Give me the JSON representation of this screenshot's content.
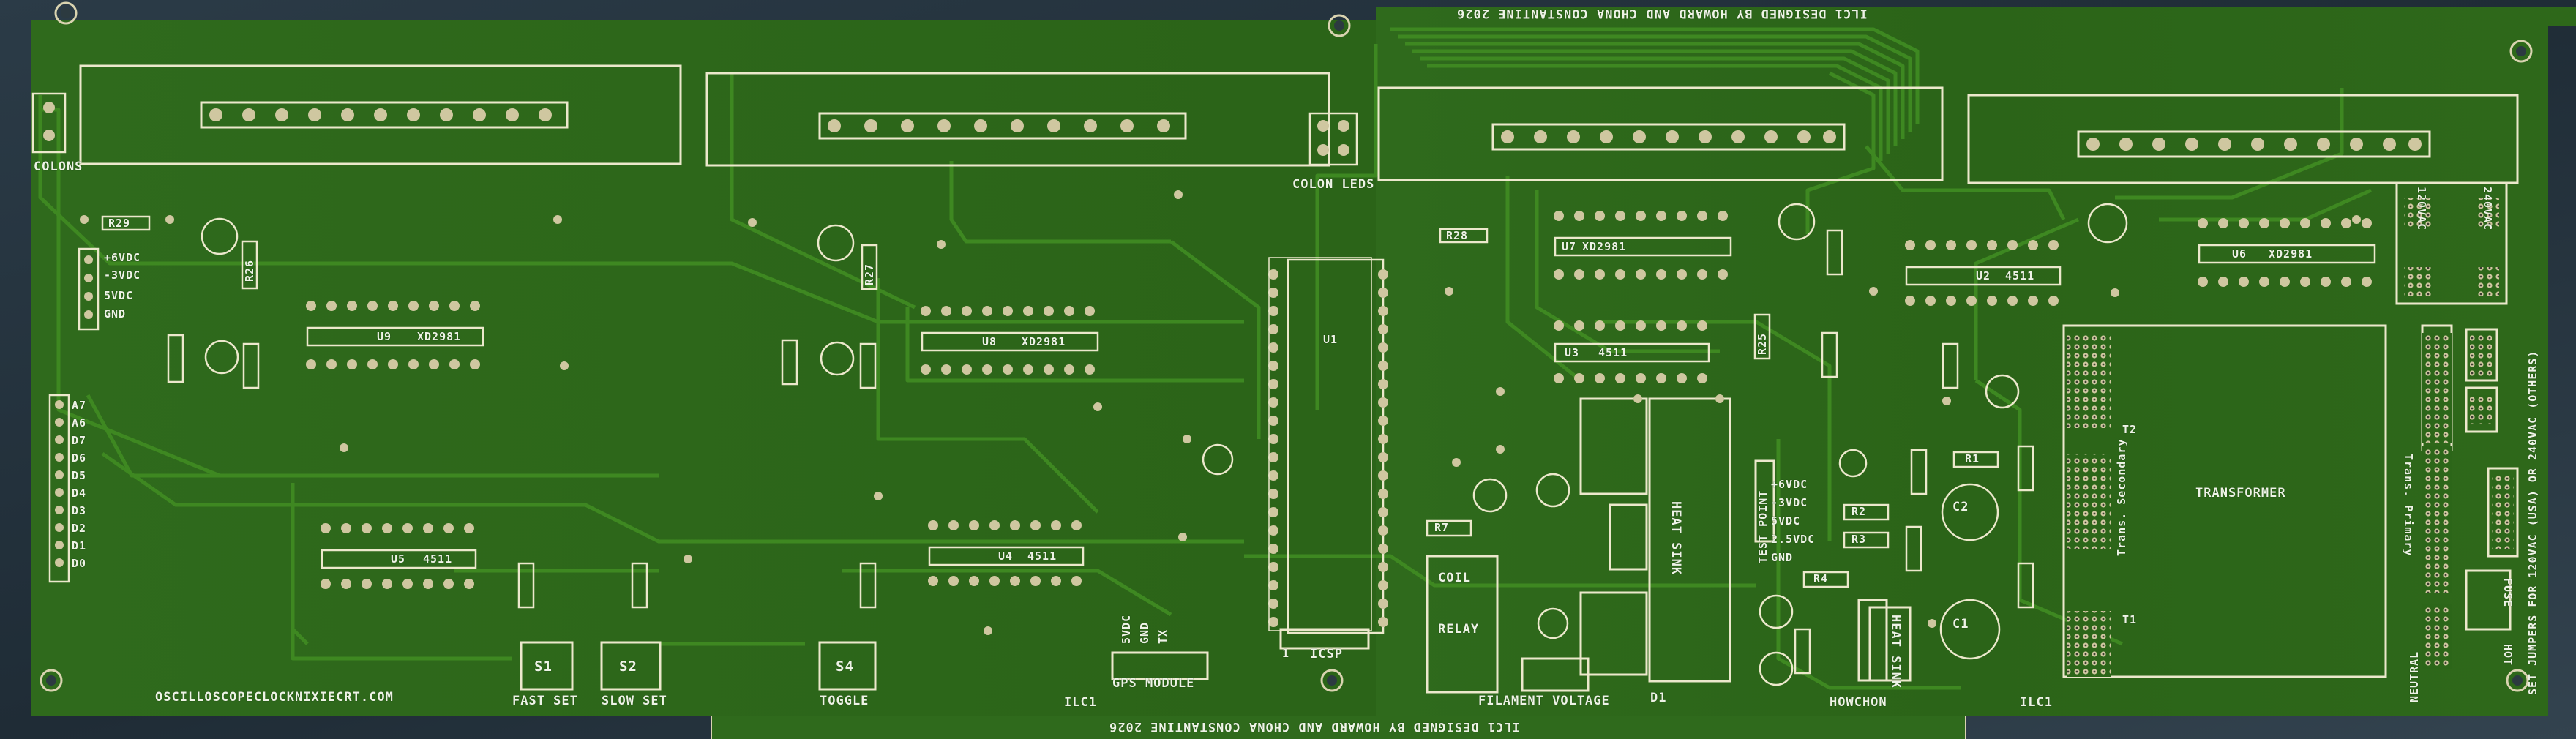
{
  "credit_top": "ILC1 DESIGNED BY HOWARD AND CHONA CONSTANTINE 2026",
  "credit_bottom": "ILC1 DESIGNED BY HOWARD AND CHONA CONSTANTINE 2026",
  "website": "OSCILLOSCOPECLOCKNIXIECRT.COM",
  "board_name": "ILC1",
  "board_name_right": "ILC1",
  "colons": "COLONS",
  "colon_leds": "COLON LEDS",
  "power_left": [
    "+6VDC",
    "-3VDC",
    "5VDC",
    "GND"
  ],
  "address_pins": [
    "A7",
    "A6",
    "D7",
    "D6",
    "D5",
    "D4",
    "D3",
    "D2",
    "D1",
    "D0"
  ],
  "ics": {
    "u9": "U9",
    "u9_part": "XD2981",
    "u8": "U8",
    "u8_part": "XD2981",
    "u7": "U7",
    "u7_part": "XD2981",
    "u6": "U6",
    "u6_part": "XD2981",
    "u5": "U5",
    "u5_part": "4511",
    "u4": "U4",
    "u4_part": "4511",
    "u3": "U3",
    "u3_part": "4511",
    "u2": "U2",
    "u2_part": "4511",
    "u1": "U1"
  },
  "resistors": {
    "r29": "R29",
    "r28": "R28",
    "r27": "R27",
    "r26": "R26",
    "r25": "R25",
    "r1": "R1",
    "r2": "R2",
    "r3": "R3",
    "r4": "R4",
    "r7": "R7"
  },
  "buttons": {
    "s1": "S1",
    "s1_label": "FAST SET",
    "s2": "S2",
    "s2_label": "SLOW SET",
    "s4": "S4",
    "s4_label": "TOGGLE"
  },
  "gps_pins": [
    "5VDC",
    "GND",
    "TX"
  ],
  "gps_label": "GPS MODULE",
  "icsp": "ICSP",
  "icsp_pin": "1",
  "relay": "RELAY",
  "coil": "COIL",
  "filament": "FILAMENT VOLTAGE",
  "heat_sink_1": "HEAT SINK",
  "heat_sink_2": "HEAT SINK",
  "test_points": [
    "+6VDC",
    "-3VDC",
    "5VDC",
    "2.5VDC",
    "GND"
  ],
  "test_point": "TEST POINT",
  "transformer": "TRANSFORMER",
  "secondary": "Trans. Secondary",
  "primary": "Trans. Primary",
  "t1": "T1",
  "t2": "T2",
  "neutral": "NEUTRAL",
  "hot": "HOT",
  "fuse": "FUSE",
  "jumper_note": "SET JUMPERS FOR 120VAC (USA) OR 240VAC (OTHERS)",
  "howchon": "HOWCHON",
  "c1": "C1",
  "c2": "C2",
  "d1": "D1",
  "v120": "120VAC",
  "v240": "240VAC"
}
